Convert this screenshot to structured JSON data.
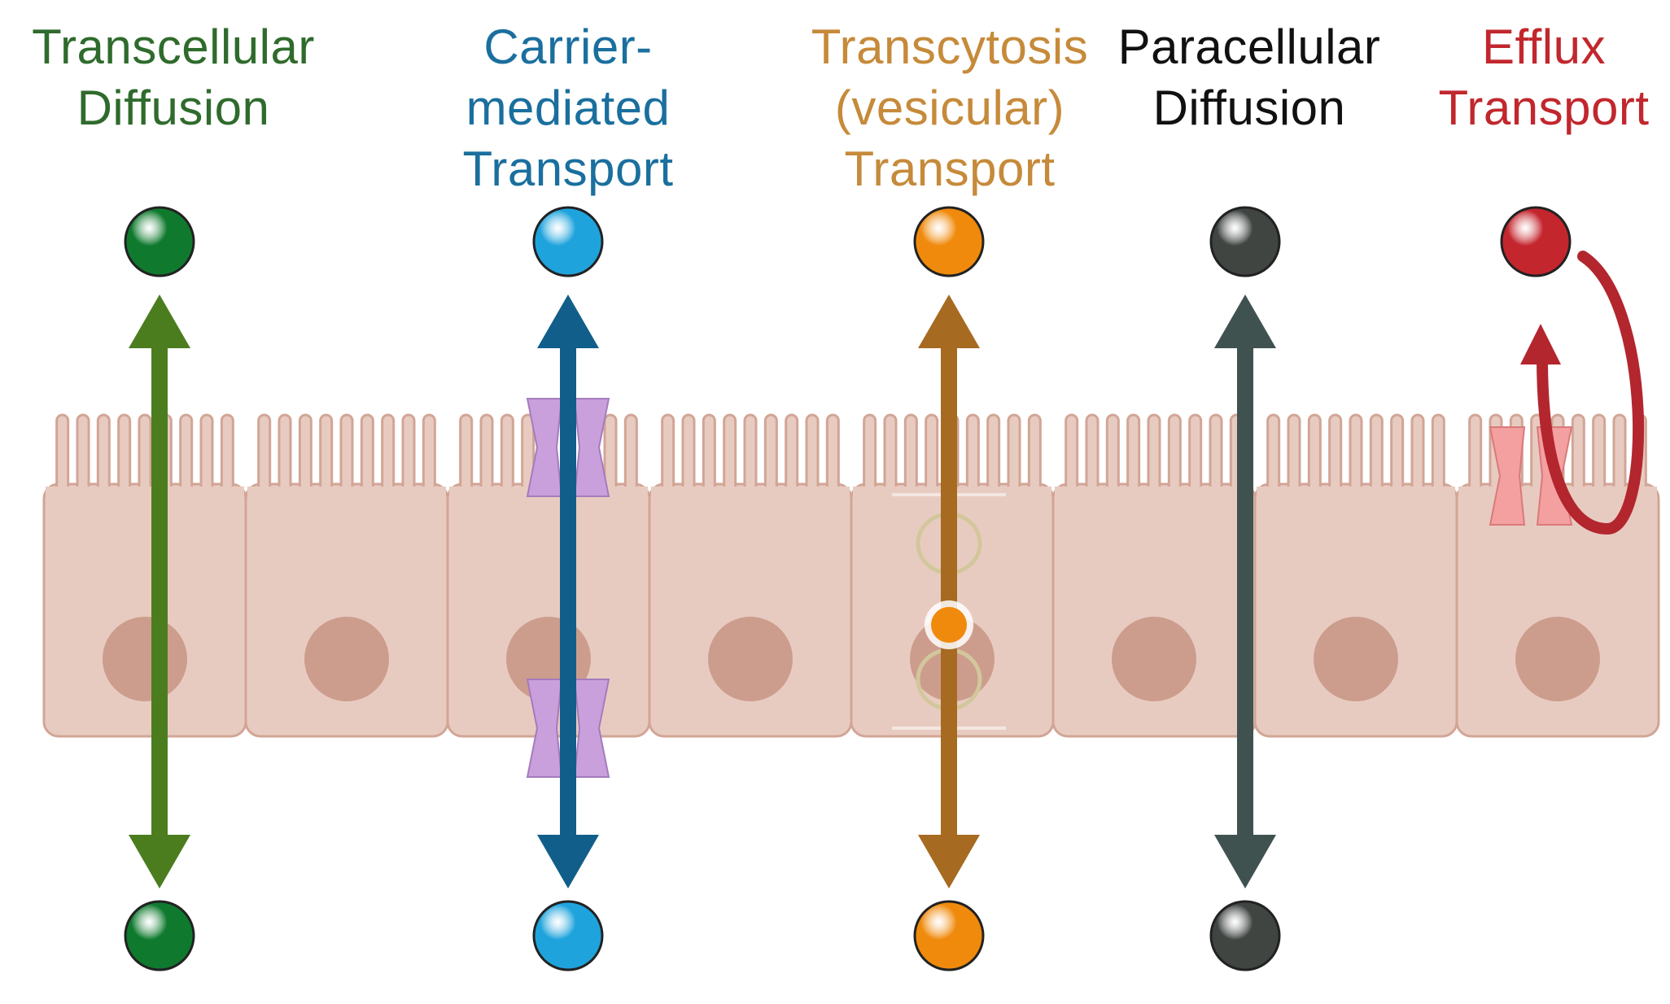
{
  "colors": {
    "green": "#2f6b2c",
    "blue": "#1a6f9e",
    "orange": "#c68a3a",
    "black": "#111111",
    "red": "#c1272d",
    "cell_fill": "#e8cbc0",
    "cell_stroke": "#d2a596",
    "nucleus": "#cc9d8d",
    "carrier": "#c9a0dc",
    "efflux_pump": "#f4a0a0"
  },
  "pathways": [
    {
      "id": "transcellular",
      "label_lines": [
        "Transcellular",
        "Diffusion"
      ],
      "text_color": "#2f6b2c",
      "arrow_color": "#4b7d1f",
      "ball_color": "#0f7a2e",
      "icon": "double-arrow"
    },
    {
      "id": "carrier",
      "label_lines": [
        "Carrier-",
        "mediated",
        "Transport"
      ],
      "text_color": "#1a6f9e",
      "arrow_color": "#115e8a",
      "ball_color": "#1fa3dc",
      "icon": "double-arrow-with-carrier-proteins"
    },
    {
      "id": "transcytosis",
      "label_lines": [
        "Transcytosis",
        "(vesicular)",
        "Transport"
      ],
      "text_color": "#c68a3a",
      "arrow_color": "#a66a21",
      "ball_color": "#f08a0c",
      "icon": "double-arrow-with-vesicles"
    },
    {
      "id": "paracellular",
      "label_lines": [
        "Paracellular",
        "Diffusion"
      ],
      "text_color": "#111111",
      "arrow_color": "#3f524f",
      "ball_color": "#404542",
      "icon": "double-arrow-between-cells"
    },
    {
      "id": "efflux",
      "label_lines": [
        "Efflux",
        "Transport"
      ],
      "text_color": "#c1272d",
      "arrow_color": "#b3262e",
      "ball_color": "#c4262e",
      "icon": "curved-return-arrow-with-pump"
    }
  ]
}
